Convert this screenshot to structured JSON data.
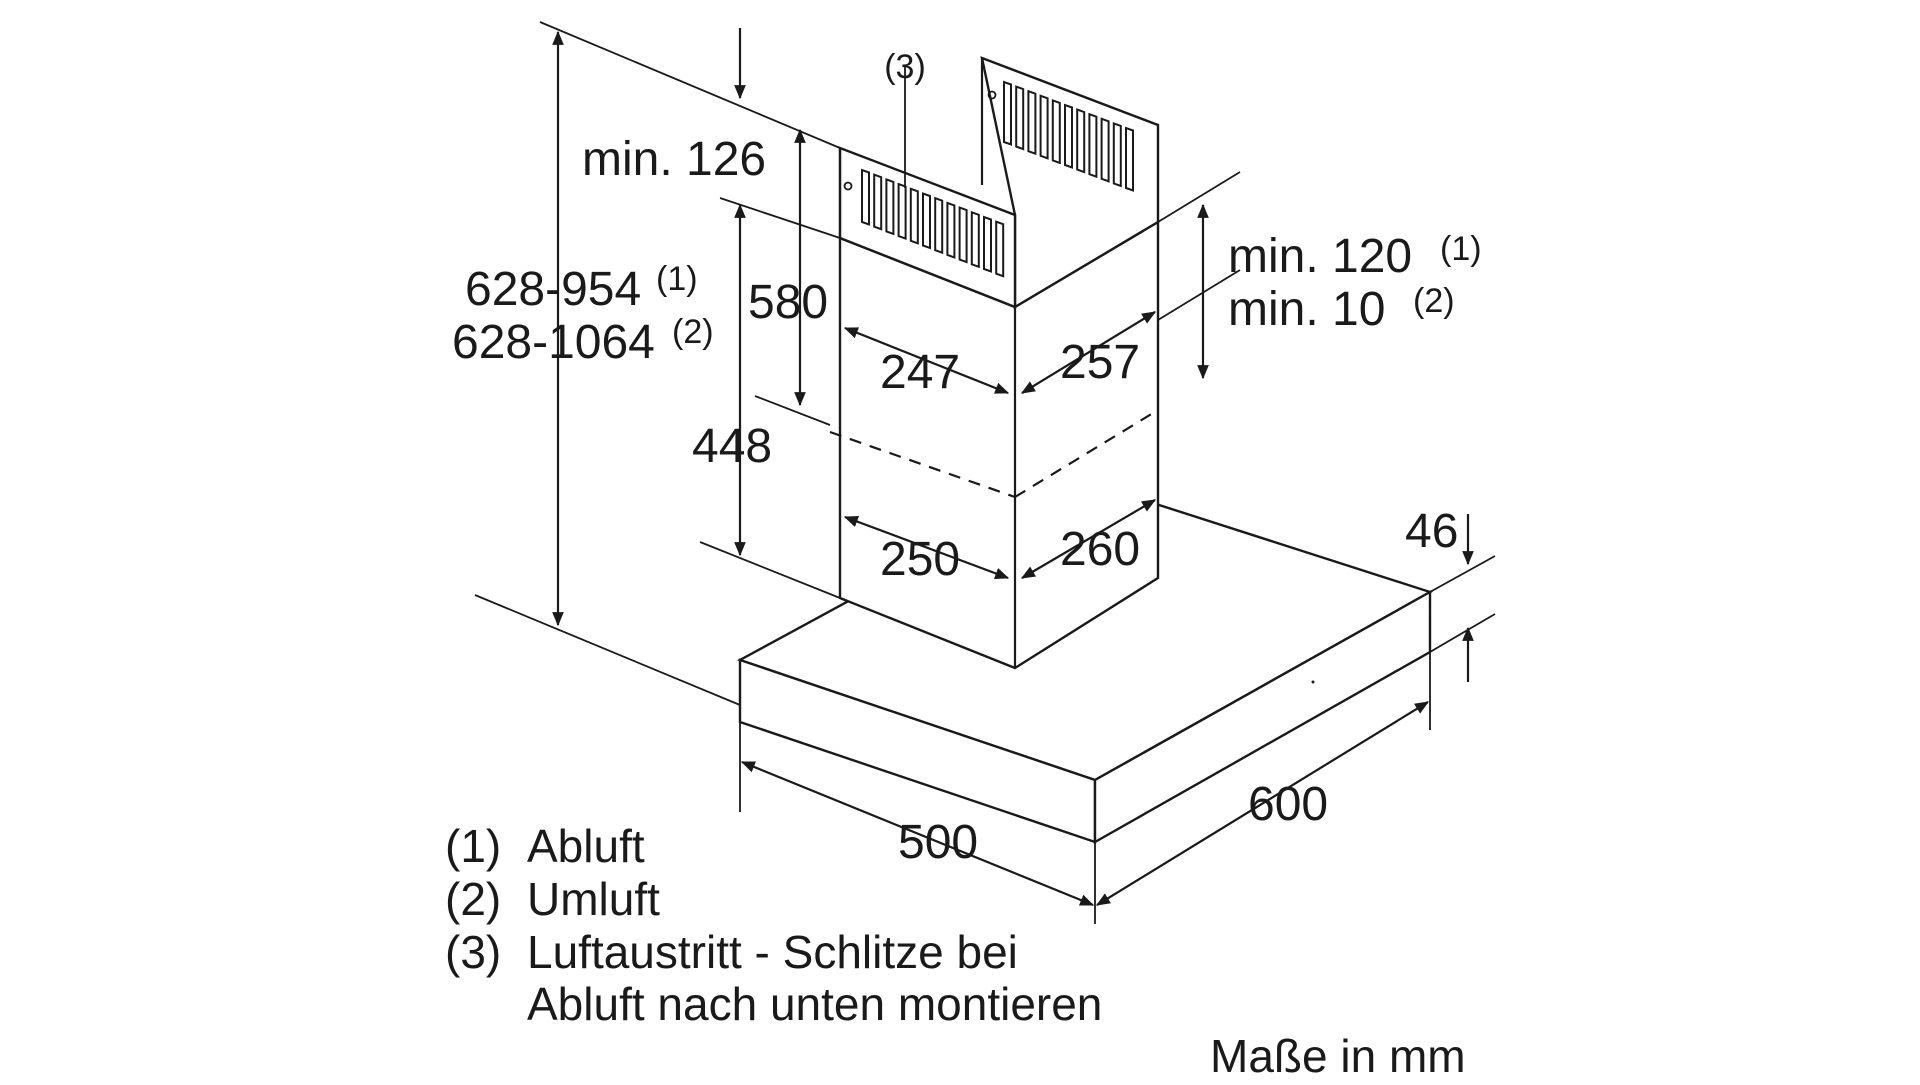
{
  "dimensions": {
    "total_height_1": "628-954",
    "total_height_1_ref": "(1)",
    "total_height_2": "628-1064",
    "total_height_2_ref": "(2)",
    "min_top": "min. 126",
    "upper_chimney": "580",
    "lower_chimney": "448",
    "upper_depth": "247",
    "upper_width": "257",
    "lower_depth": "250",
    "lower_width": "260",
    "min_gap_1": "min. 120",
    "min_gap_1_ref": "(1)",
    "min_gap_2": "min. 10",
    "min_gap_2_ref": "(2)",
    "canopy_height": "46",
    "canopy_depth": "500",
    "canopy_width": "600",
    "slots_callout": "(3)"
  },
  "legend": [
    {
      "num": "(1)",
      "text": "Abluft"
    },
    {
      "num": "(2)",
      "text": "Umluft"
    },
    {
      "num": "(3)",
      "text": "Luftaustritt - Schlitze bei"
    },
    {
      "num": "",
      "text": "Abluft nach unten montieren"
    }
  ],
  "units_note": "Maße in mm"
}
